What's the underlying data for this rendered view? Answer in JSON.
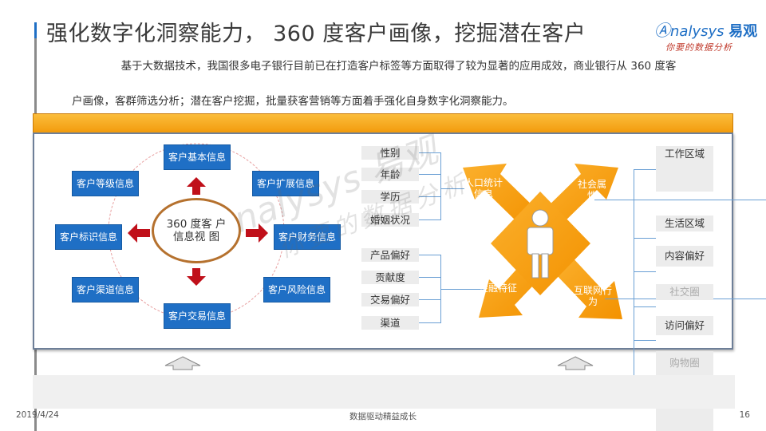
{
  "header": {
    "title": "强化数字化洞察能力， 360 度客户画像，挖掘潜在客户",
    "logo_text": "nalysys",
    "logo_cn": "易观",
    "logo_tagline": "你要的数据分析"
  },
  "description": {
    "line1": "基于大数据技术，我国很多电子银行目前已在打造客户标签等方面取得了较为显著的应用成效，商业银行从 360 度客",
    "line2": "户画像，客群筛选分析；潜在客户挖掘，批量获客营销等方面着手强化自身数字化洞察能力。"
  },
  "hub": {
    "center": "360 度客 户信息视 图",
    "nodes": {
      "top": "客户基本信息",
      "top_right": "客户扩展信息",
      "right": "客户财务信息",
      "bottom_right": "客户风险信息",
      "bottom": "客户交易信息",
      "bottom_left": "客户渠道信息",
      "left": "客户标识信息",
      "top_left": "客户等级信息"
    }
  },
  "left_tags": [
    "性别",
    "年龄",
    "学历",
    "婚姻状况",
    "产品偏好",
    "贡献度",
    "交易偏好",
    "渠道"
  ],
  "profile_quadrants": {
    "top_left": "人口统计信息",
    "top_right": "社会属性",
    "bottom_left": "金融特征",
    "bottom_right": "互联网行为"
  },
  "right_tags": [
    "工作区域",
    "生活区域",
    "内容偏好",
    "社交圈",
    "访问偏好",
    "购物圈"
  ],
  "watermark": {
    "main": "nalysys 易观",
    "sub": "你要的数据分析"
  },
  "footer": {
    "date": "2019/4/24",
    "center": "数据驱动精益成长",
    "page": "16"
  },
  "colors": {
    "accent_blue": "#1f6fc5",
    "orange": "#f7a21b",
    "arrow_red": "#c0101a",
    "ring_brown": "#b5712e"
  }
}
